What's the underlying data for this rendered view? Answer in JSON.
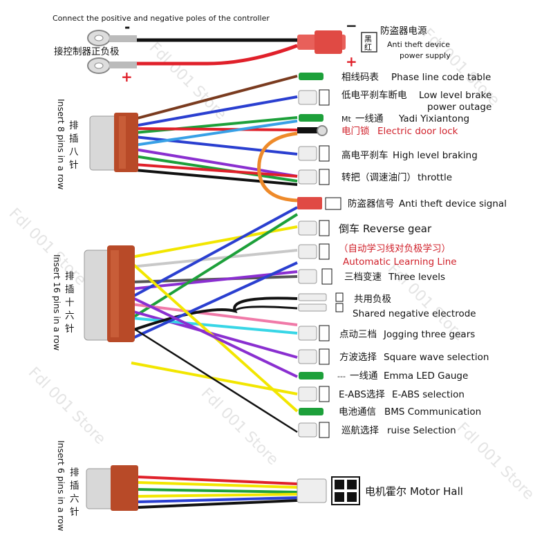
{
  "header": {
    "note": "Connect the positive and negative poles of the controller",
    "main_poles_cn": "接控制器正负极",
    "minus": "-",
    "plus": "+",
    "minus2": "−",
    "plus2": "+"
  },
  "power": {
    "cn": "防盗器电源",
    "en1": "Anti theft device",
    "en2": "power supply",
    "tag1": "黑",
    "tag2": "红"
  },
  "connectors": {
    "eight": {
      "cn1": "排",
      "cn2": "插",
      "cn3": "八",
      "cn4": "针",
      "en": "Insert 8 pins in a row"
    },
    "sixteen": {
      "cn1": "排",
      "cn2": "插",
      "cn3": "十",
      "cn4": "六",
      "cn5": "针",
      "en": "Insert 16 pins in a row"
    },
    "six": {
      "cn1": "排",
      "cn2": "插",
      "cn3": "六",
      "cn4": "针",
      "en": "Insert 6 pins in a row"
    }
  },
  "labels": [
    {
      "cn": "相线码表",
      "en": "Phase line code table"
    },
    {
      "cn": "低电平刹车断电",
      "en": "Low level brake",
      "en2": "power outage"
    },
    {
      "cn": "一线通",
      "pre": "Mt",
      "en": "Yadi Yixiantong"
    },
    {
      "cn": "电门锁",
      "en": "Electric door lock"
    },
    {
      "cn": "高电平刹车",
      "en": "High level braking"
    },
    {
      "cn": "转把（调速油门）",
      "en": "throttle"
    },
    {
      "cn": "防盗器信号",
      "en": "Anti theft device signal"
    },
    {
      "cn": "倒车",
      "en": "Reverse gear"
    },
    {
      "cn": "（自动学习线对负极学习）",
      "en": "Automatic Learning Line"
    },
    {
      "cn": "三档变速",
      "en": "Three levels"
    },
    {
      "cn": "共用负极",
      "en": "Shared negative electrode"
    },
    {
      "cn": "点动三档",
      "en": "Jogging three gears"
    },
    {
      "cn": "方波选择",
      "en": "Square wave selection"
    },
    {
      "cn": "一线通",
      "pre": "---",
      "en": "Emma LED Gauge"
    },
    {
      "cn": "E-ABS选择",
      "en": "E-ABS selection"
    },
    {
      "cn": "电池通信",
      "en": "BMS Communication"
    },
    {
      "cn": "巡航选择",
      "en": "ruise Selection"
    },
    {
      "cn": "电机霍尔",
      "en": "Motor Hall"
    }
  ],
  "watermark": "Fdl 001 Store",
  "colors": {
    "red": "#e0202a",
    "black": "#111111",
    "brown": "#7a3b1f",
    "blue": "#2a3fd0",
    "green": "#1da03a",
    "purple": "#8a2fd0",
    "yellow": "#f2e600",
    "grey": "#b5b5b5",
    "pink": "#f07aa8",
    "cyan": "#38d6e6",
    "orange": "#ee8a2a",
    "connector": "#b84a28"
  }
}
